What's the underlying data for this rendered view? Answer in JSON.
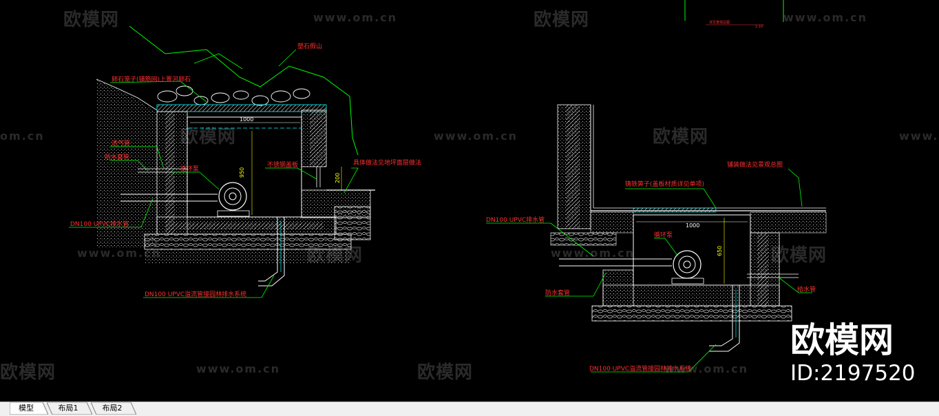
{
  "watermarks": {
    "logo_text": "欧模网",
    "url_text": "www.om.cn",
    "url_partial": "om.cn"
  },
  "brand": {
    "name": "欧模网",
    "id_text": "ID:2197520"
  },
  "left_detail": {
    "labels": {
      "rockery": "塑石假山",
      "cobble": "卵石笼子(铺筋网)上置河卵石",
      "air_pipe": "透气管",
      "waterproof_sleeve_1": "防水套管",
      "pump": "循环泵",
      "steel_cover": "不锈钢盖板",
      "wall_finish": "具体做法见地坪面层做法",
      "dn100_drain": "DN100 UPVC排水管",
      "dn100_overflow": "DN100 UPVC溢流管接园林排水系统"
    },
    "dims": {
      "width": "1000",
      "height": "950",
      "small": "200"
    }
  },
  "right_detail": {
    "labels": {
      "top_note": "详见景观总图",
      "top_scale": "1:10",
      "finish": "铺装做法见景观总图",
      "grate": "铸铁箅子(盖板材质详见单项)",
      "dn100_drain": "DN100 UPVC排水管",
      "pump": "循环泵",
      "waterproof_sleeve": "防水套管",
      "supply_pipe": "给水管",
      "dn100_overflow": "DN100 UPVC溢流管接园林排水系统"
    },
    "dims": {
      "width": "1000",
      "height": "650"
    }
  },
  "tabs": [
    {
      "label": "模型",
      "active": true
    },
    {
      "label": "布局1",
      "active": false
    },
    {
      "label": "布局2",
      "active": false
    }
  ],
  "colors": {
    "background": "#000000",
    "line_white": "#ffffff",
    "line_green": "#00ff00",
    "line_cyan": "#00ffff",
    "label_red": "#ff3030",
    "dim_yellow": "#ffff00",
    "tabbar": "#f0f0f0"
  }
}
